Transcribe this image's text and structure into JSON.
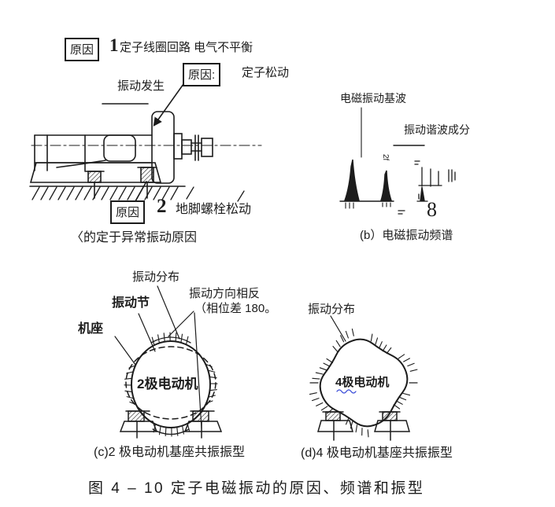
{
  "colors": {
    "ink": "#1c1c1c",
    "squiggle": "#3f51d9"
  },
  "panel_a": {
    "cause1": {
      "box": "原因",
      "num": "1",
      "text": "定子线圈回路 电气不平衡"
    },
    "cause_stator": {
      "box": "原因:",
      "text": "定子松动"
    },
    "vibration_label": "振动发生",
    "cause2": {
      "box": "原因",
      "num": "2",
      "text": "地脚螺栓松动"
    },
    "caption": "〈的定于异常振动原因"
  },
  "panel_b": {
    "fundamental_label": "电磁振动基波",
    "harmonic_label": "振动谐波成分",
    "peak_label": "2f",
    "eight_mark": "8",
    "caption": "(b）电磁振动频谱"
  },
  "panel_c": {
    "dist_label": "振动分布",
    "node_label": "振动节",
    "base_label": "机座",
    "opposite_label": "振动方向相反",
    "phase_label": "（相位差 180。",
    "motor_label": "2极电动机",
    "caption": "(c)2 极电动机基座共振振型"
  },
  "panel_d": {
    "dist_label": "振动分布",
    "motor_label": "4极电动机",
    "caption": "(d)4 极电动机基座共振振型"
  },
  "figure_caption": "图 4 – 10  定子电磁振动的原因、频谱和振型"
}
